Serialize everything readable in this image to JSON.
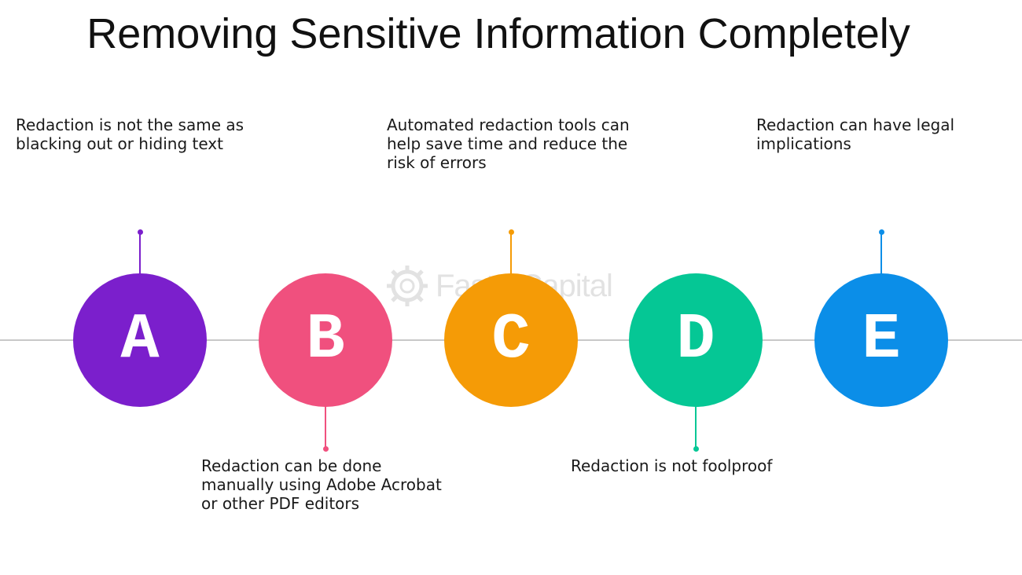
{
  "title": "Removing Sensitive Information Completely",
  "watermark": "FasterCapital",
  "items": [
    {
      "letter": "A",
      "color": "#7b1fcc",
      "caption": "Redaction is not the same as blacking out or hiding text",
      "position": "above"
    },
    {
      "letter": "B",
      "color": "#f0507e",
      "caption": "Redaction can be done manually using Adobe Acrobat or other PDF editors",
      "position": "below"
    },
    {
      "letter": "C",
      "color": "#f59b06",
      "caption": "Automated redaction tools can help save time and reduce the risk of errors",
      "position": "above"
    },
    {
      "letter": "D",
      "color": "#05c795",
      "caption": "Redaction is not foolproof",
      "position": "below"
    },
    {
      "letter": "E",
      "color": "#0b8ee8",
      "caption": "Redaction can have legal implications",
      "position": "above"
    }
  ]
}
